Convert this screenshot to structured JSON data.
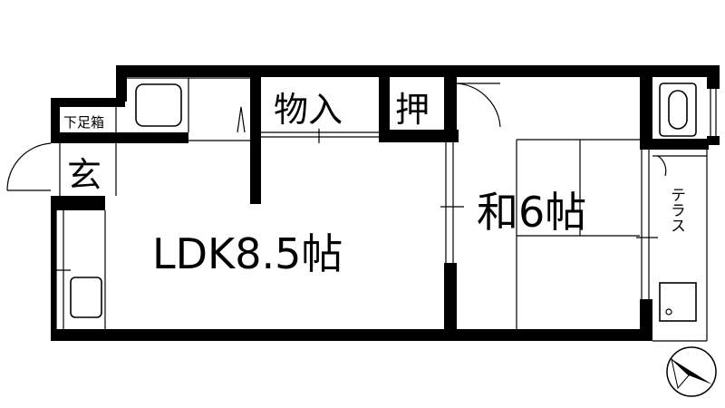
{
  "rooms": {
    "ldk": "LDK8.5帖",
    "washitsu": "和6帖",
    "storage": "物入",
    "oshiire": "押",
    "entrance": "玄",
    "shoe_box": "下足箱",
    "terrace": "テラス"
  },
  "colors": {
    "wall": "#000000",
    "background": "#ffffff"
  },
  "icons": [
    "north-arrow-icon",
    "bathtub-icon",
    "toilet-icon",
    "sink-icon",
    "washer-icon"
  ]
}
